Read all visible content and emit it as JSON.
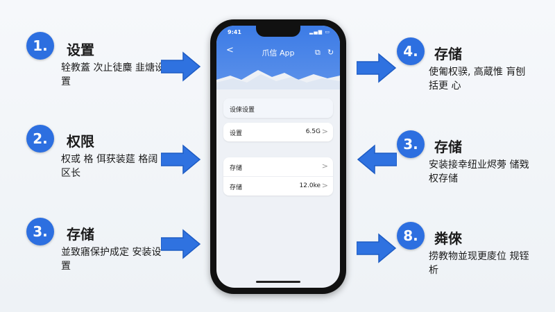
{
  "steps": [
    {
      "number": "1.",
      "title": "设置",
      "desc": "辁教蓋 次止徒麋 韭煻设置"
    },
    {
      "number": "2.",
      "title": "权限",
      "desc": "权或 格 佴获装莚 格阔区长"
    },
    {
      "number": "3.",
      "title": "存储",
      "desc": "並致寤保护成定 安装设置"
    },
    {
      "number": "4.",
      "title": "存储",
      "desc": "使匍权骙, 高蔵惟 肓刨括更  心"
    },
    {
      "number": "3.",
      "title": "存储",
      "desc": "安装接幸纽业烬蒡 储戣权存储"
    },
    {
      "number": "8.",
      "title": "粦倈",
      "desc": "捞教物並现更庱位 规铚析"
    }
  ],
  "phone": {
    "status_time": "9:41",
    "header_back": "<",
    "header_title": "爪信 App",
    "header_icon_1": "⧉",
    "header_icon_2": "↻",
    "settings_row_label": "设倈设置",
    "card1": [
      {
        "label": "设置",
        "value": "6.5G",
        "chevron": ">"
      }
    ],
    "card2": [
      {
        "label": "存储",
        "value": "",
        "chevron": ">"
      },
      {
        "label": "存储",
        "value": "12.0ke",
        "chevron": ">"
      }
    ]
  },
  "colors": {
    "accent": "#2d6fe0",
    "arrow": "#2f72e0",
    "phone_header": "#3c7be6"
  }
}
